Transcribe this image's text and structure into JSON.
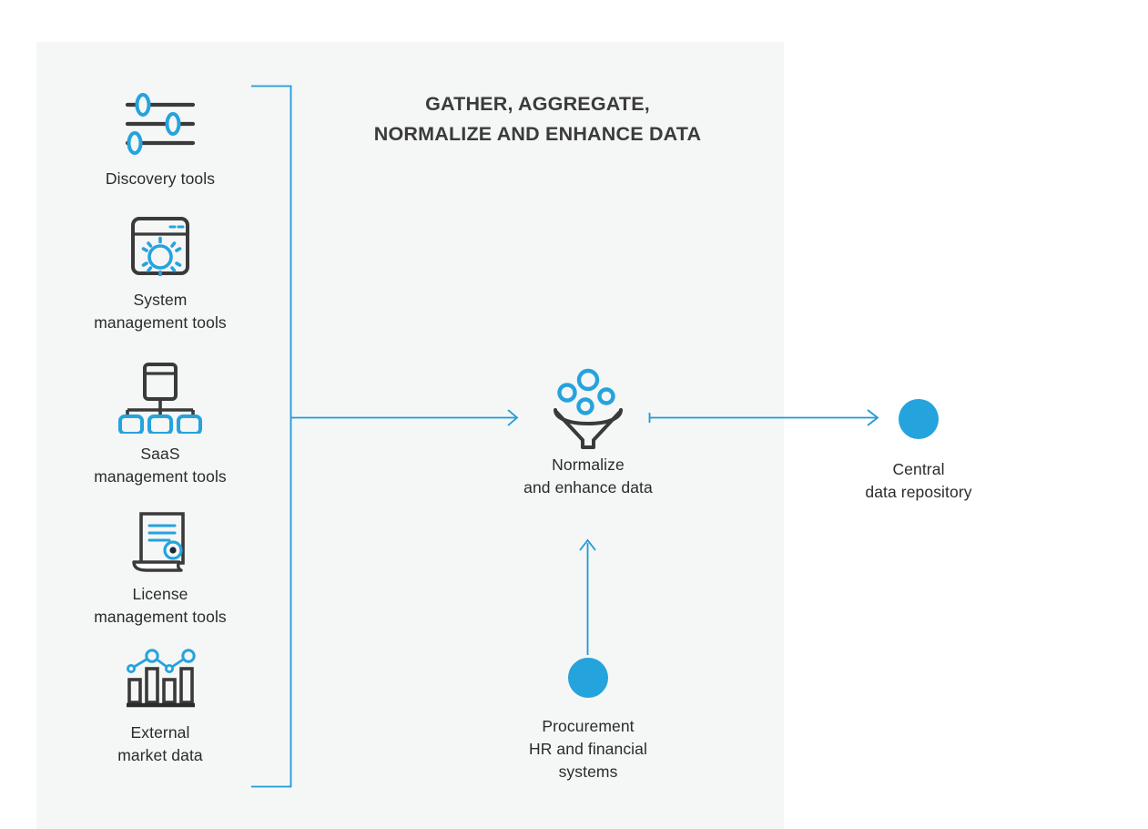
{
  "diagram": {
    "title": "GATHER, AGGREGATE,\nNORMALIZE AND ENHANCE DATA",
    "colors": {
      "accent_blue": "#25a3dd",
      "line_blue": "#1f9ad6",
      "icon_dark": "#3a3a3a",
      "text_dark": "#2b2b2b",
      "panel_bg": "#f5f6f6",
      "page_bg": "#ffffff"
    }
  },
  "sources": {
    "items": [
      {
        "label": "Discovery tools",
        "icon": "sliders-icon"
      },
      {
        "label": "System\nmanagement tools",
        "icon": "window-gear-icon"
      },
      {
        "label": "SaaS\nmanagement tools",
        "icon": "saas-hierarchy-icon"
      },
      {
        "label": "License\nmanagement tools",
        "icon": "certificate-seal-icon"
      },
      {
        "label": "External\nmarket data",
        "icon": "bar-line-chart-icon"
      }
    ]
  },
  "process": {
    "label": "Normalize\nand enhance data",
    "icon": "funnel-icon"
  },
  "secondary_input": {
    "label": "Procurement\nHR and financial\nsystems",
    "icon": "blue-dot-node"
  },
  "output": {
    "label": "Central\ndata repository",
    "icon": "blue-dot-node"
  },
  "connectors": [
    {
      "name": "sources-bracket",
      "type": "bracket"
    },
    {
      "name": "sources-to-normalize-arrow",
      "type": "arrow-right"
    },
    {
      "name": "normalize-to-repository-arrow",
      "type": "arrow-right"
    },
    {
      "name": "procurement-to-normalize-arrow",
      "type": "arrow-up"
    }
  ]
}
